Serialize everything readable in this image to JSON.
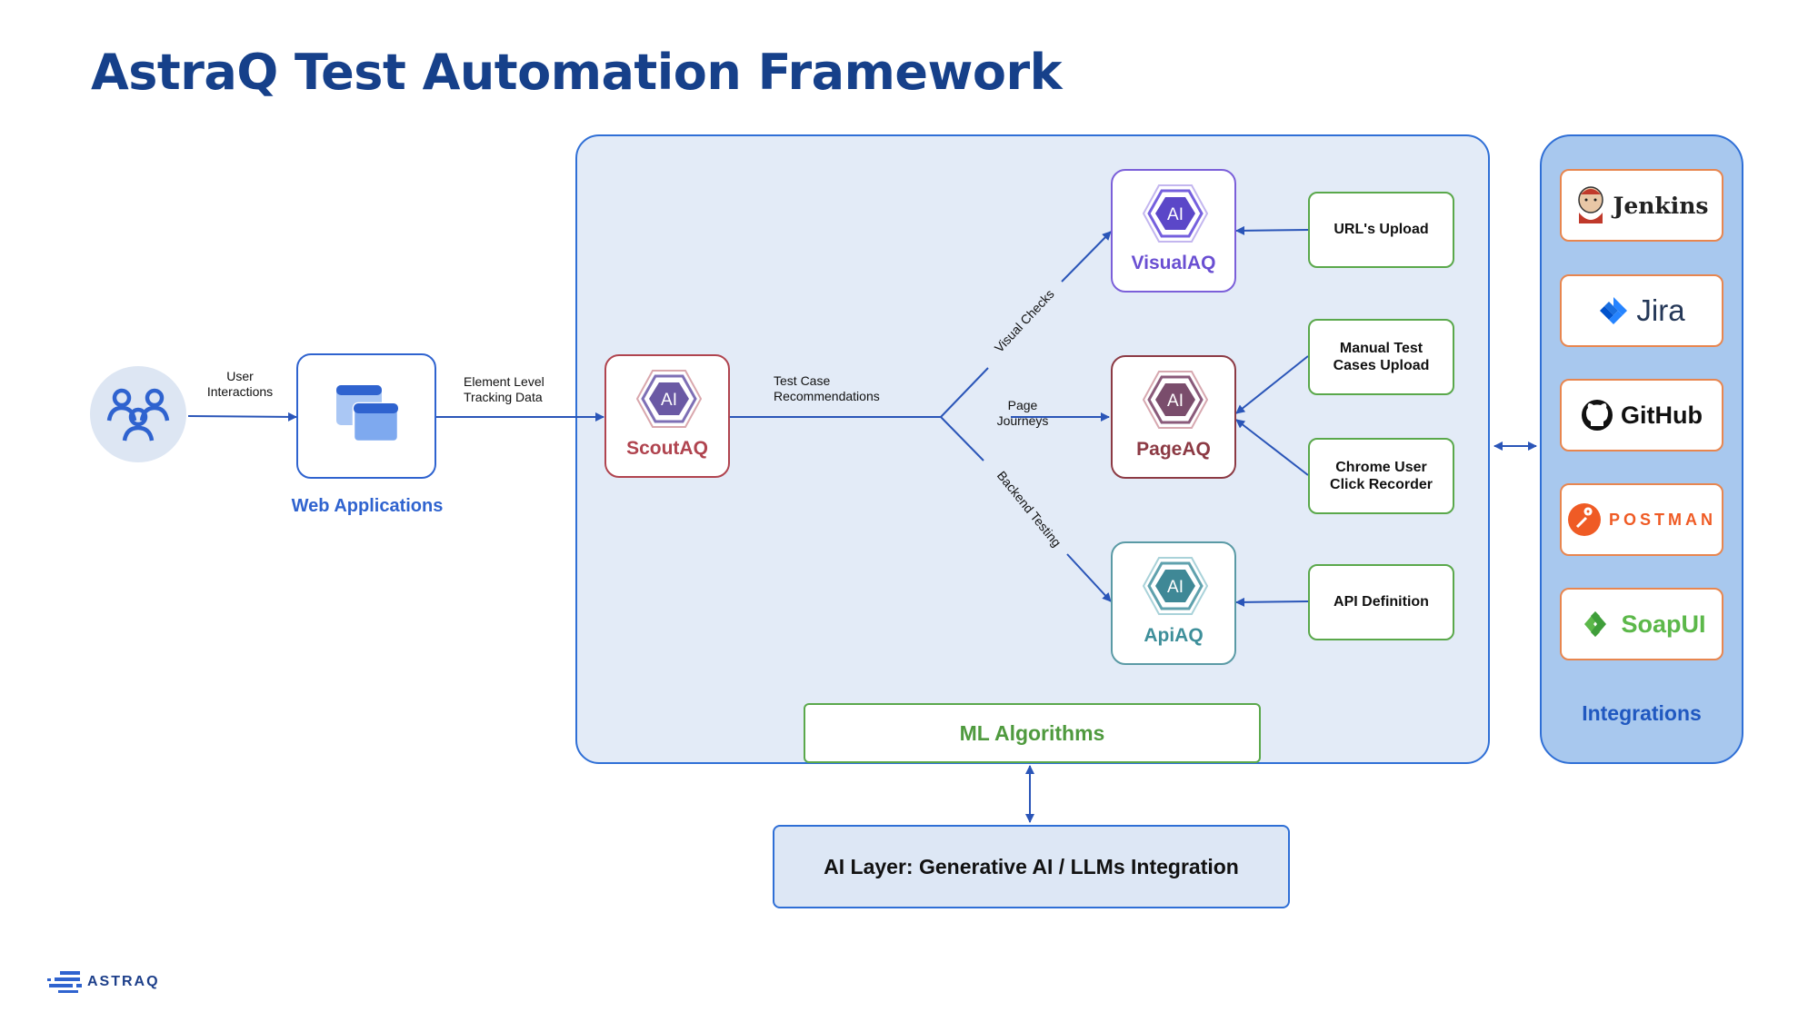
{
  "title": "AstraQ Test Automation Framework",
  "labels": {
    "user_interactions": "User\nInteractions",
    "element_level": "Element Level\nTracking Data",
    "test_case_recs": "Test Case\nRecommendations",
    "visual_checks": "Visual Checks",
    "page_journeys": "Page\nJourneys",
    "backend_testing": "Backend Testing"
  },
  "web_applications": "Web Applications",
  "nodes": {
    "scout": {
      "name": "ScoutAQ",
      "icon_text": "AI"
    },
    "visual": {
      "name": "VisualAQ",
      "icon_text": "AI"
    },
    "page": {
      "name": "PageAQ",
      "icon_text": "AI"
    },
    "api": {
      "name": "ApiAQ",
      "icon_text": "AI"
    }
  },
  "sources": {
    "urls_upload": "URL's Upload",
    "manual_test": "Manual Test\nCases Upload",
    "chrome_recorder": "Chrome User\nClick Recorder",
    "api_definition": "API Definition"
  },
  "ml_algorithms": "ML Algorithms",
  "ai_layer": "AI Layer: Generative AI / LLMs Integration",
  "integrations": {
    "label": "Integrations",
    "items": [
      {
        "name": "Jenkins",
        "icon": "jenkins-icon"
      },
      {
        "name": "Jira",
        "icon": "jira-icon"
      },
      {
        "name": "GitHub",
        "icon": "github-icon"
      },
      {
        "name": "POSTMAN",
        "icon": "postman-icon"
      },
      {
        "name": "SoapUI",
        "icon": "soapui-icon"
      }
    ]
  },
  "footer_logo": "ASTRAQ",
  "colors": {
    "title": "#16408a",
    "accent_blue": "#2f6fd6",
    "scout": "#b0444f",
    "visual": "#6a4fd2",
    "page": "#8c3a44",
    "api": "#3e8f9a",
    "green": "#5aa84b",
    "orange": "#e8864f"
  }
}
